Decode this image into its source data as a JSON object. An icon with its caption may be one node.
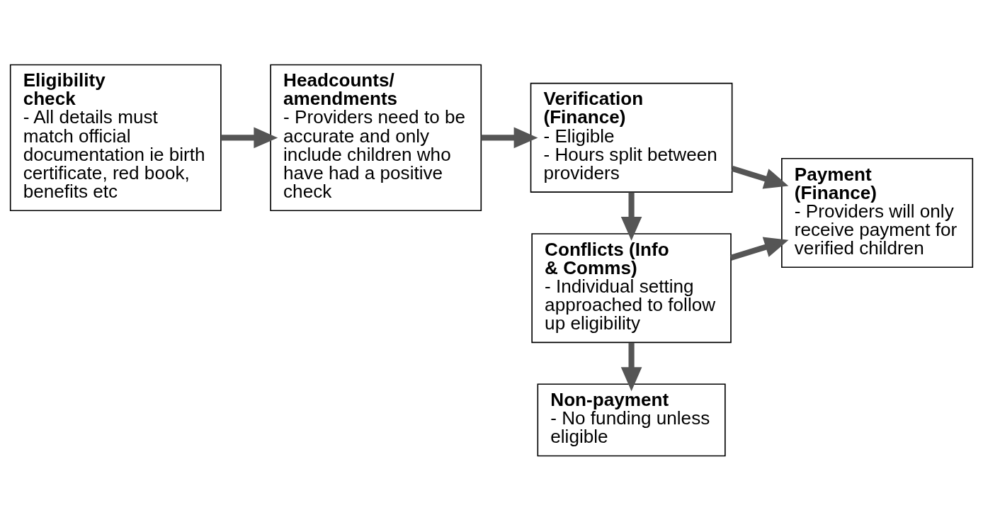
{
  "diagram": {
    "nodes": [
      {
        "text": [
          "Eligibility check",
          "- All details must match official documentation ie birth certificate, red book, benefits etc"
        ]
      },
      {
        "text": [
          "Headcounts/ amendments",
          "- Providers need to be accurate and only include children who have had a positive check"
        ]
      },
      {
        "text": [
          "Verification (Finance)",
          "- Eligible",
          "- Hours split between providers"
        ]
      },
      {
        "text": [
          "Payment (Finance)",
          "- Providers will only receive payment for verified children"
        ]
      },
      {
        "text": [
          "Conflicts (Info & Comms)",
          "- Individual setting approached to follow up eligibility"
        ]
      },
      {
        "text": [
          "Non-payment",
          "- No funding unless eligible"
        ]
      }
    ],
    "edges": [
      {
        "from": 0,
        "to": 1,
        "arrow": "to"
      },
      {
        "from": 1,
        "to": 2,
        "arrow": "to"
      },
      {
        "from": 2,
        "to": 3,
        "arrow": "to"
      },
      {
        "from": 2,
        "to": 4,
        "arrow": "to"
      },
      {
        "from": 4,
        "to": 3,
        "arrow": "to"
      },
      {
        "from": 4,
        "to": 5,
        "arrow": "to"
      }
    ]
  }
}
